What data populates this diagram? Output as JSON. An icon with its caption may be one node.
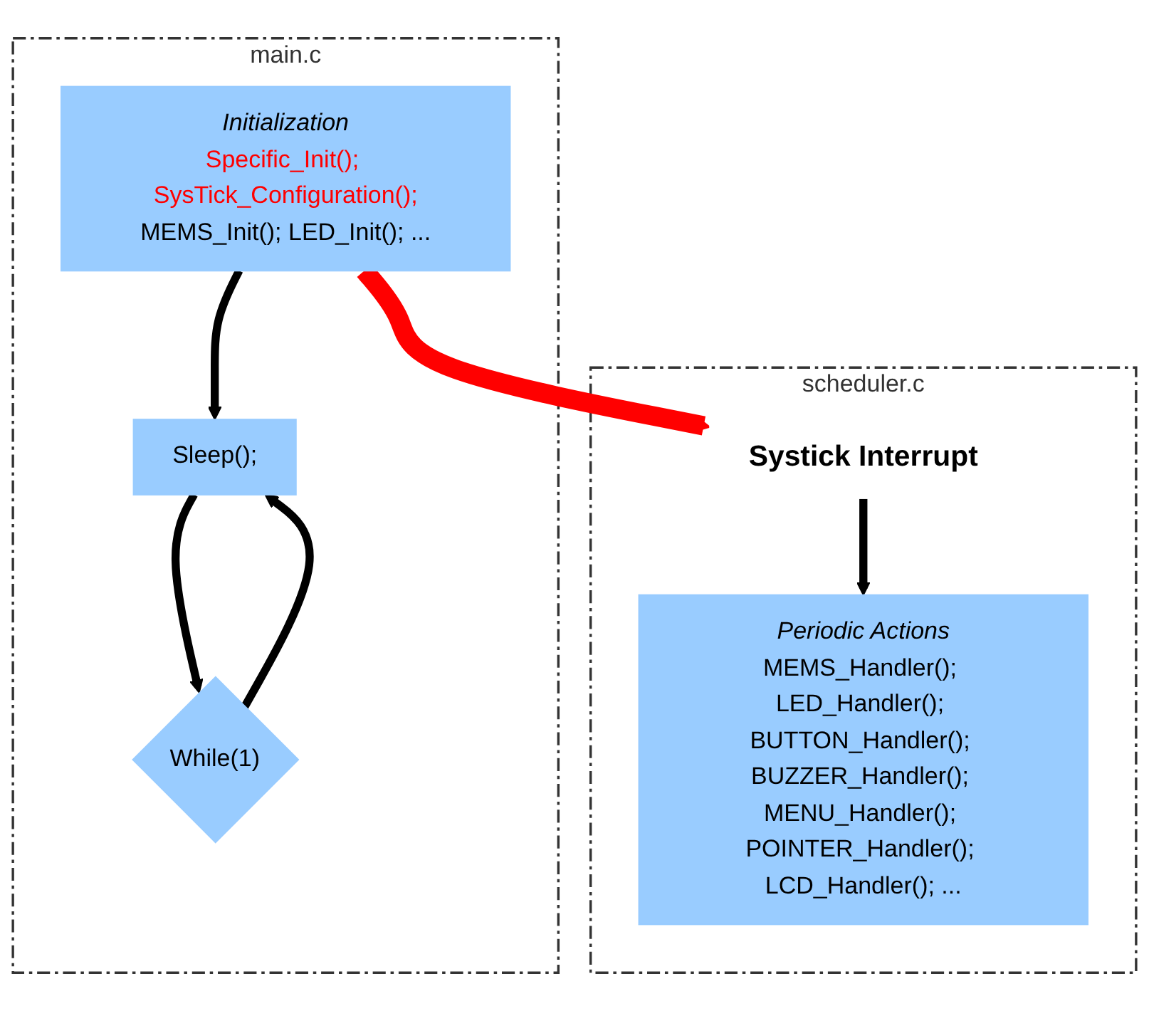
{
  "diagram": {
    "nodes": [
      {
        "text": [
          "main.c"
        ]
      },
      {
        "text": [
          "scheduler.c"
        ]
      },
      {
        "text": [
          "Initialization",
          "Specific_Init(); SysTick_Configuration();",
          "MEMS_Init(); LED_Init(); ..."
        ],
        "in": 0
      },
      {
        "text": [
          "Sleep();"
        ],
        "in": 0
      },
      {
        "text": [
          "While(1)"
        ],
        "in": 0
      },
      {
        "text": [
          "Systick Interrupt"
        ],
        "in": 1
      },
      {
        "text": [
          "Periodic Actions",
          "MEMS_Handler(); LED_Handler(); BUTTON_Handler(); BUZZER_Handler(); MENU_Handler(); POINTER_Handler(); LCD_Handler(); ..."
        ],
        "in": 1
      }
    ],
    "edges": [
      {
        "from": 2,
        "to": 5,
        "arrow": "to",
        "style": "thick",
        "color": "#ff0000"
      },
      {
        "from": 5,
        "to": 6,
        "arrow": "to"
      },
      {
        "from": 2,
        "to": 3,
        "arrow": "to"
      },
      {
        "from": 3,
        "to": 4,
        "arrow": "to"
      },
      {
        "from": 4,
        "to": 3,
        "arrow": "to"
      }
    ]
  }
}
